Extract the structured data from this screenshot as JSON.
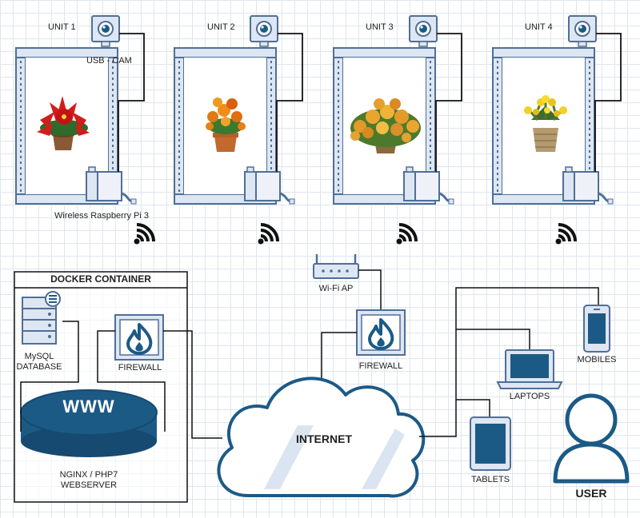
{
  "units": [
    {
      "label": "UNIT 1",
      "plant": "poinsettia-icon"
    },
    {
      "label": "UNIT 2",
      "plant": "marigold-icon"
    },
    {
      "label": "UNIT 3",
      "plant": "chrysanthemum-icon"
    },
    {
      "label": "UNIT 4",
      "plant": "yellow-flower-icon"
    }
  ],
  "usb_cam_label": "USB - CAM",
  "raspberry_label": "Wireless Raspberry Pi 3",
  "docker": {
    "title": "DOCKER CONTAINER",
    "mysql_label_1": "MySQL",
    "mysql_label_2": "DATABASE",
    "firewall_label": "FIREWALL",
    "www_label": "WWW",
    "webserver_label_1": "NGINX / PHP7",
    "webserver_label_2": "WEBSERVER"
  },
  "wifi_ap_label": "Wi-Fi AP",
  "firewall_label": "FIREWALL",
  "internet_label": "INTERNET",
  "devices": {
    "mobiles": "MOBILES",
    "laptops": "LAPTOPS",
    "tablets": "TABLETS",
    "user": "USER"
  },
  "colors": {
    "frame_fill": "#dde6f2",
    "frame_stroke": "#4f6f96",
    "accent": "#1c5a86",
    "cloud_fill": "#ffffff"
  }
}
